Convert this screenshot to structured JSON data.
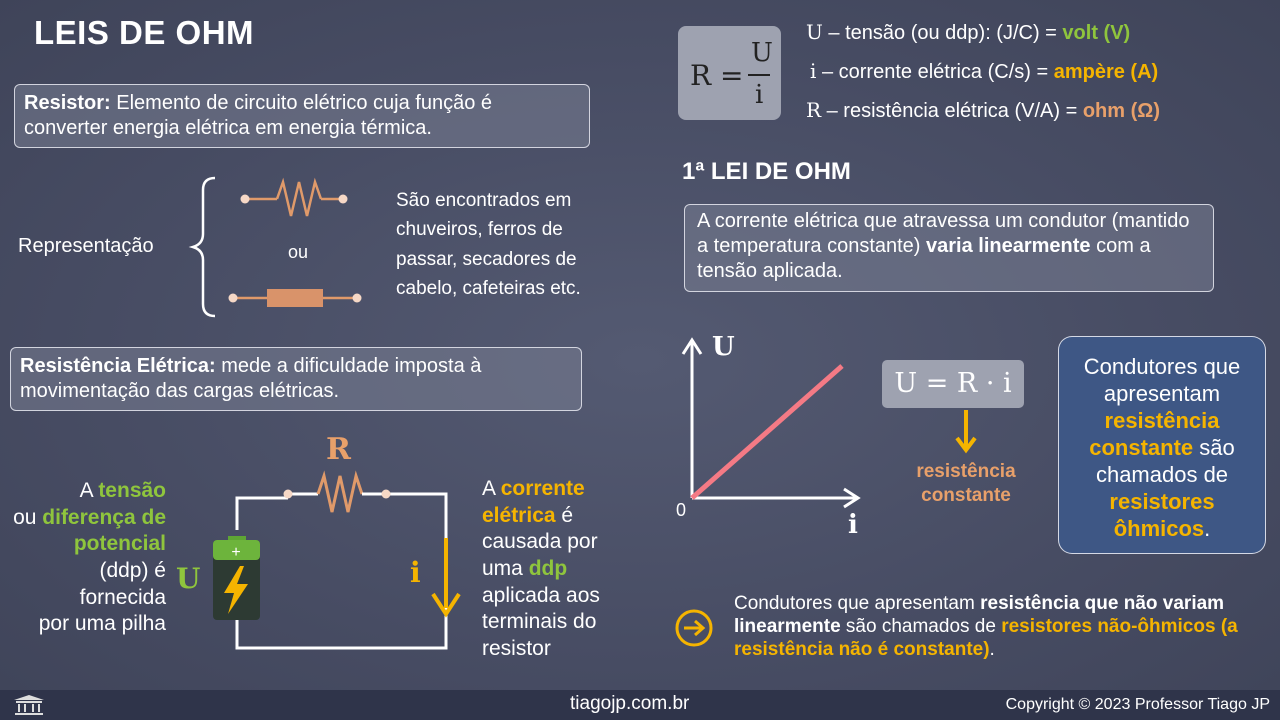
{
  "title": "LEIS DE OHM",
  "resistor_box": {
    "label": "Resistor:",
    "text": " Elemento de circuito elétrico cuja função é converter energia elétrica em energia térmica."
  },
  "representation": {
    "label": "Representação",
    "or": "ou",
    "note": "São encontrados em chuveiros, ferros de passar, secadores de cabelo, cafeteiras etc."
  },
  "resistance_box": {
    "label": "Resistência Elétrica:",
    "text": " mede a dificuldade imposta à movimentação das cargas elétricas."
  },
  "circuit": {
    "r_label": "R",
    "u_label": "U",
    "i_label": "i",
    "left_text": {
      "a": "A ",
      "tensao": "tensão",
      "ou": "ou ",
      "ddp_full": "diferença de potencial",
      "rest1": "(ddp) é",
      "rest2": "fornecida",
      "rest3": "por uma pilha"
    },
    "right_text": {
      "a": "A ",
      "corrente": "corrente elétrica",
      "e": " é",
      "l1": "causada por",
      "l2": "uma ",
      "ddp": "ddp",
      "l3": "aplicada aos",
      "l4": "terminais do",
      "l5": "resistor"
    }
  },
  "formula": {
    "lhs": "R =",
    "num": "U",
    "den": "i"
  },
  "definitions": [
    {
      "sym": "U",
      "text": " – tensão (ou ddp): (J/C) = ",
      "unit": "volt (V)",
      "color": "#8fc53d"
    },
    {
      "sym": "i",
      "text": " – corrente elétrica (C/s) = ",
      "unit": "ampère (A)",
      "color": "#f5b400"
    },
    {
      "sym": "R",
      "text": " – resistência elétrica (V/A) = ",
      "unit": "ohm (Ω)",
      "color": "#e8a06a"
    }
  ],
  "law1": {
    "heading": "1ª LEI DE OHM",
    "text_a": "A corrente elétrica que atravessa um condutor (mantido a temperatura constante) ",
    "text_b": "varia linearmente",
    "text_c": " com a tensão aplicada."
  },
  "graph": {
    "y_axis": "U",
    "x_axis": "i",
    "origin": "0"
  },
  "equation": {
    "text": "U = R · i",
    "note": "resistência constante"
  },
  "ohmic_box": {
    "a": "Condutores que apresentam ",
    "b": "resistência constante",
    "c": " são chamados de ",
    "d": "resistores ôhmicos",
    "e": "."
  },
  "nonohmic": {
    "a": "Condutores que apresentam ",
    "b": "resistência que não variam linearmente",
    "c": " são chamados de ",
    "d": "resistores não-ôhmicos (a resistência não é constante)",
    "e": "."
  },
  "footer": {
    "site": "tiagojp.com.br",
    "copyright": "Copyright © 2023 Professor Tiago JP"
  },
  "colors": {
    "green": "#8fc53d",
    "orange": "#f5b400",
    "peach": "#e8a06a",
    "line": "#f47a85",
    "arrow": "#f5b400"
  }
}
